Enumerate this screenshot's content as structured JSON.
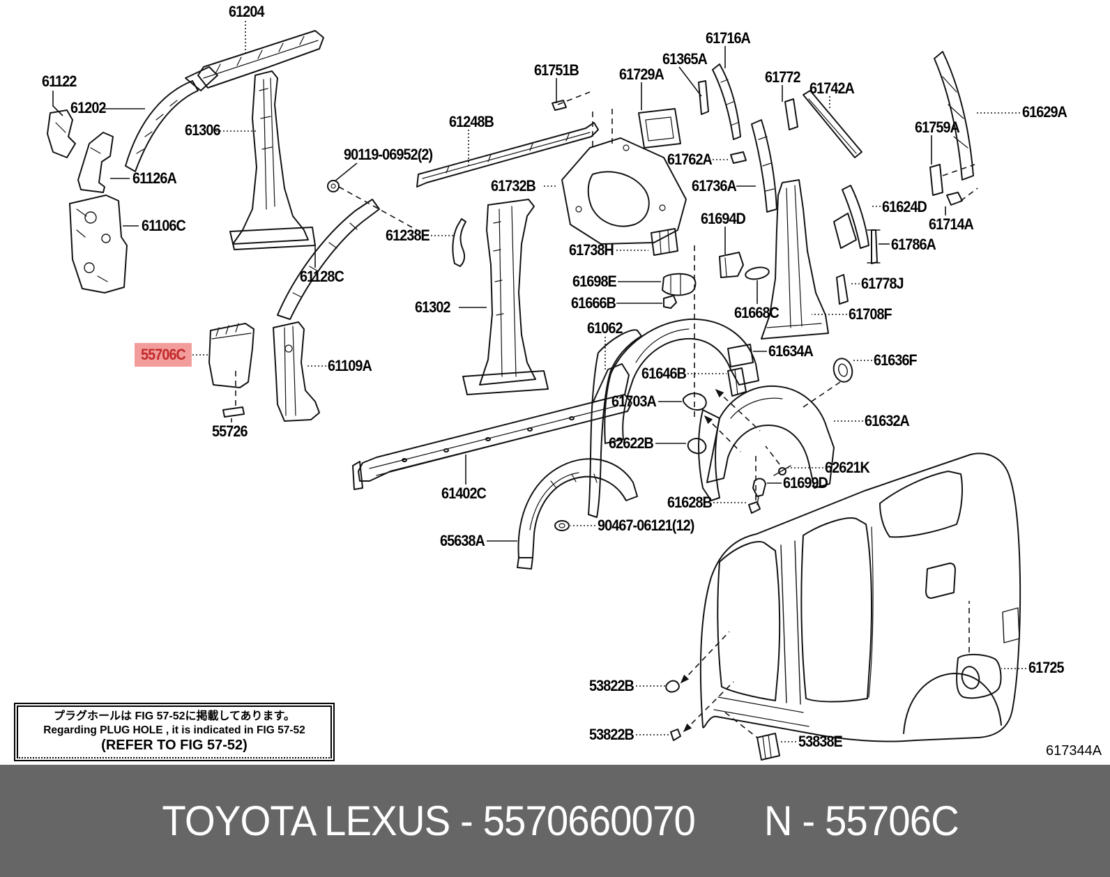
{
  "diagram": {
    "code": "617344A",
    "line_color": "#111111",
    "highlight": {
      "part": "55706C",
      "bg": "#f29c9c",
      "fg": "#c22a2a"
    }
  },
  "note_box": {
    "line1": "プラグホールは FIG 57-52に掲載してあります。",
    "line2": "Regarding  PLUG  HOLE , it is indicated in FIG  57-52",
    "line3": "(REFER TO FIG 57-52)"
  },
  "footer": {
    "bg": "#666666",
    "fg": "#ffffff",
    "line1": "TOYOTA LEXUS - 5570660070",
    "line2": "N - 55706C"
  },
  "parts": [
    {
      "id": "61204",
      "label": "61204"
    },
    {
      "id": "61122",
      "label": "61122"
    },
    {
      "id": "61202",
      "label": "61202"
    },
    {
      "id": "61306",
      "label": "61306"
    },
    {
      "id": "61126A",
      "label": "61126A"
    },
    {
      "id": "61106C",
      "label": "61106C"
    },
    {
      "id": "61128C",
      "label": "61128C"
    },
    {
      "id": "90119-06952",
      "label": "90119-06952(2)"
    },
    {
      "id": "61248B",
      "label": "61248B"
    },
    {
      "id": "61238E",
      "label": "61238E"
    },
    {
      "id": "61302",
      "label": "61302"
    },
    {
      "id": "61732B",
      "label": "61732B"
    },
    {
      "id": "61738H",
      "label": "61738H"
    },
    {
      "id": "61751B",
      "label": "61751B"
    },
    {
      "id": "61729A",
      "label": "61729A"
    },
    {
      "id": "61365A",
      "label": "61365A"
    },
    {
      "id": "61716A",
      "label": "61716A"
    },
    {
      "id": "61772",
      "label": "61772"
    },
    {
      "id": "61742A",
      "label": "61742A"
    },
    {
      "id": "61629A",
      "label": "61629A"
    },
    {
      "id": "61759A",
      "label": "61759A"
    },
    {
      "id": "61762A",
      "label": "61762A"
    },
    {
      "id": "61736A",
      "label": "61736A"
    },
    {
      "id": "61624D",
      "label": "61624D"
    },
    {
      "id": "61714A",
      "label": "61714A"
    },
    {
      "id": "61786A",
      "label": "61786A"
    },
    {
      "id": "61778J",
      "label": "61778J"
    },
    {
      "id": "61708F",
      "label": "61708F"
    },
    {
      "id": "61694D",
      "label": "61694D"
    },
    {
      "id": "61668C",
      "label": "61668C"
    },
    {
      "id": "61698E",
      "label": "61698E"
    },
    {
      "id": "61666B",
      "label": "61666B"
    },
    {
      "id": "61062",
      "label": "61062"
    },
    {
      "id": "61634A",
      "label": "61634A"
    },
    {
      "id": "61646B",
      "label": "61646B"
    },
    {
      "id": "61703A",
      "label": "61703A"
    },
    {
      "id": "62622B",
      "label": "62622B"
    },
    {
      "id": "61636F",
      "label": "61636F"
    },
    {
      "id": "61632A",
      "label": "61632A"
    },
    {
      "id": "62621K",
      "label": "62621K"
    },
    {
      "id": "61699D",
      "label": "61699D"
    },
    {
      "id": "61628B",
      "label": "61628B"
    },
    {
      "id": "55706C",
      "label": "55706C"
    },
    {
      "id": "61109A",
      "label": "61109A"
    },
    {
      "id": "55726",
      "label": "55726"
    },
    {
      "id": "61402C",
      "label": "61402C"
    },
    {
      "id": "65638A",
      "label": "65638A"
    },
    {
      "id": "90467-06121",
      "label": "90467-06121(12)"
    },
    {
      "id": "53822B-upper",
      "label": "53822B"
    },
    {
      "id": "53822B-lower",
      "label": "53822B"
    },
    {
      "id": "53838E",
      "label": "53838E"
    },
    {
      "id": "61725",
      "label": "61725"
    }
  ]
}
